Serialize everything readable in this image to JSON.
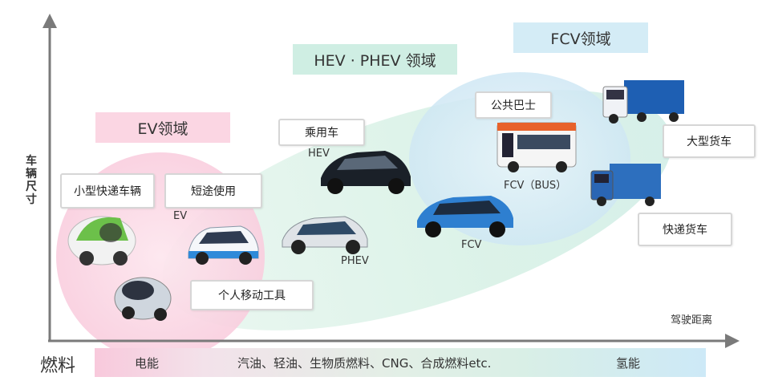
{
  "axes": {
    "y_label": "车辆尺寸",
    "x_label": "驾驶距离"
  },
  "domains": {
    "ev": "EV领域",
    "hev": "HEV · PHEV 领域",
    "fcv": "FCV领域"
  },
  "boxes": {
    "small_delivery": "小型快递车辆",
    "short_trip": "短途使用",
    "personal_mobility": "个人移动工具",
    "passenger_car": "乘用车",
    "bus": "公共巴士",
    "heavy_truck": "大型货车",
    "delivery_truck": "快递货车"
  },
  "vehicle_labels": {
    "ev": "EV",
    "hev": "HEV",
    "phev": "PHEV",
    "fcv": "FCV",
    "fcv_bus": "FCV（BUS）"
  },
  "fuel": {
    "title": "燃料",
    "electric": "电能",
    "liquid": "汽油、轻油、生物质燃料、CNG、合成燃料etc.",
    "hydrogen": "氢能"
  },
  "colors": {
    "ev_zone": "#fbd6e3",
    "hev_zone": "#cfeee3",
    "fcv_zone": "#d4ecf6",
    "axis": "#7a7a7a"
  }
}
